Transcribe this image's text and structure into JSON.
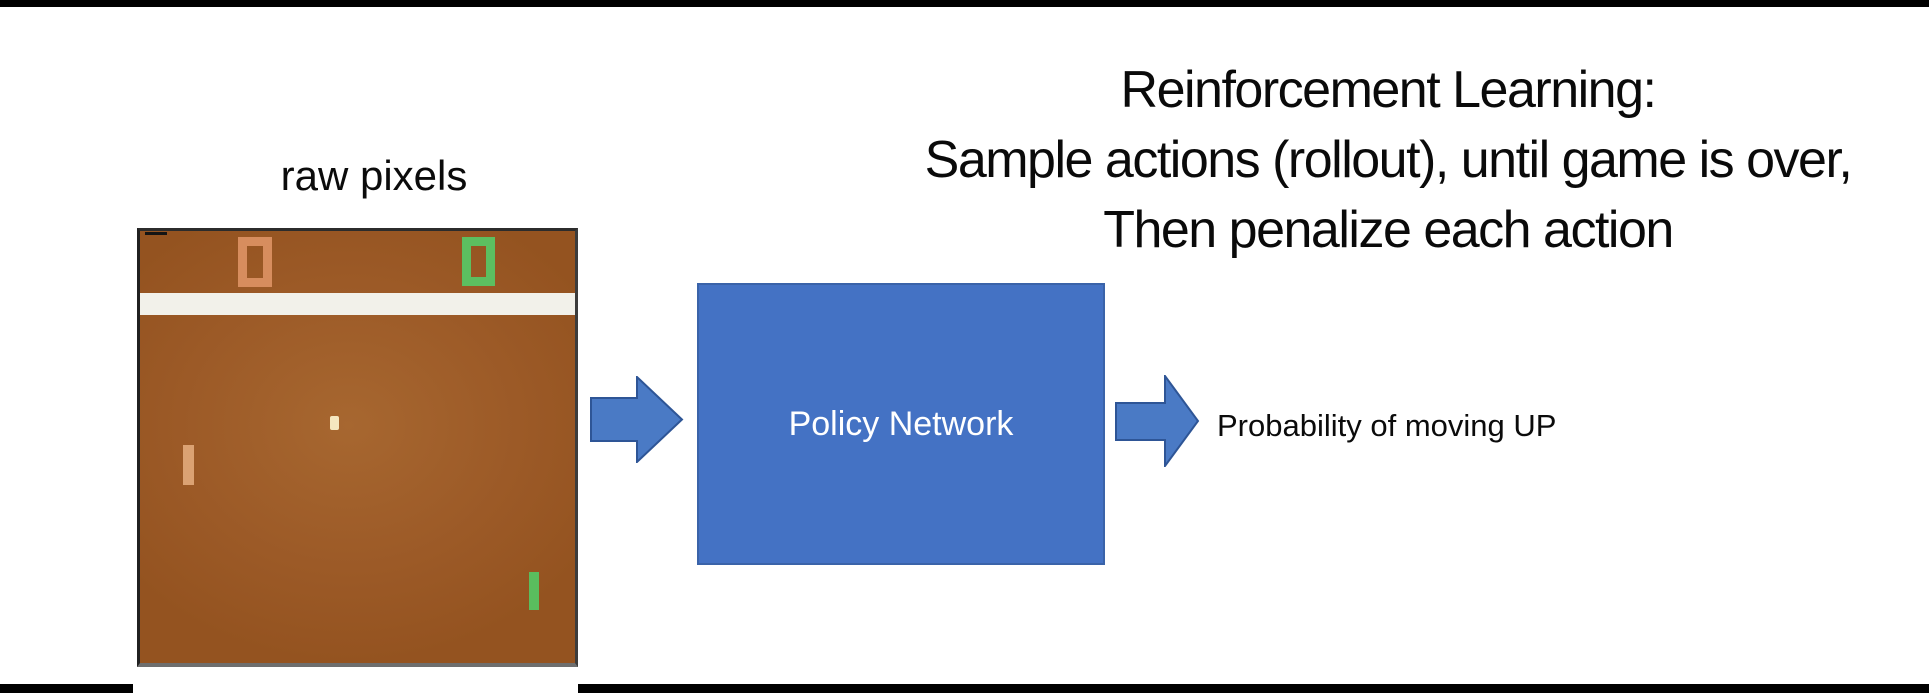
{
  "slide": {
    "heading": {
      "lines": [
        "Reinforcement Learning:",
        "Sample actions (rollout), until game is over,",
        "Then penalize each action"
      ]
    },
    "pong": {
      "label": "raw pixels",
      "left_score": "0",
      "right_score": "0"
    },
    "policy_network": {
      "label": "Policy Network"
    },
    "output": {
      "label": "Probability of moving UP"
    },
    "icons": {
      "input_arrow": "right-block-arrow",
      "output_arrow": "right-block-arrow"
    },
    "colors": {
      "accent_blue_fill": "#4472c4",
      "accent_blue_border": "#2e5596",
      "arrow_fill": "#4a7ac5",
      "game_background": "#9c5a27",
      "game_divider_band": "#f2f1ea",
      "score_left_orange": "#d78d5e",
      "score_right_green": "#5cbf60",
      "paddle_left_tan": "#dba273",
      "paddle_right_green": "#5abd5e",
      "ball_cream": "#f5e7c0",
      "bar_black": "#000000"
    }
  }
}
